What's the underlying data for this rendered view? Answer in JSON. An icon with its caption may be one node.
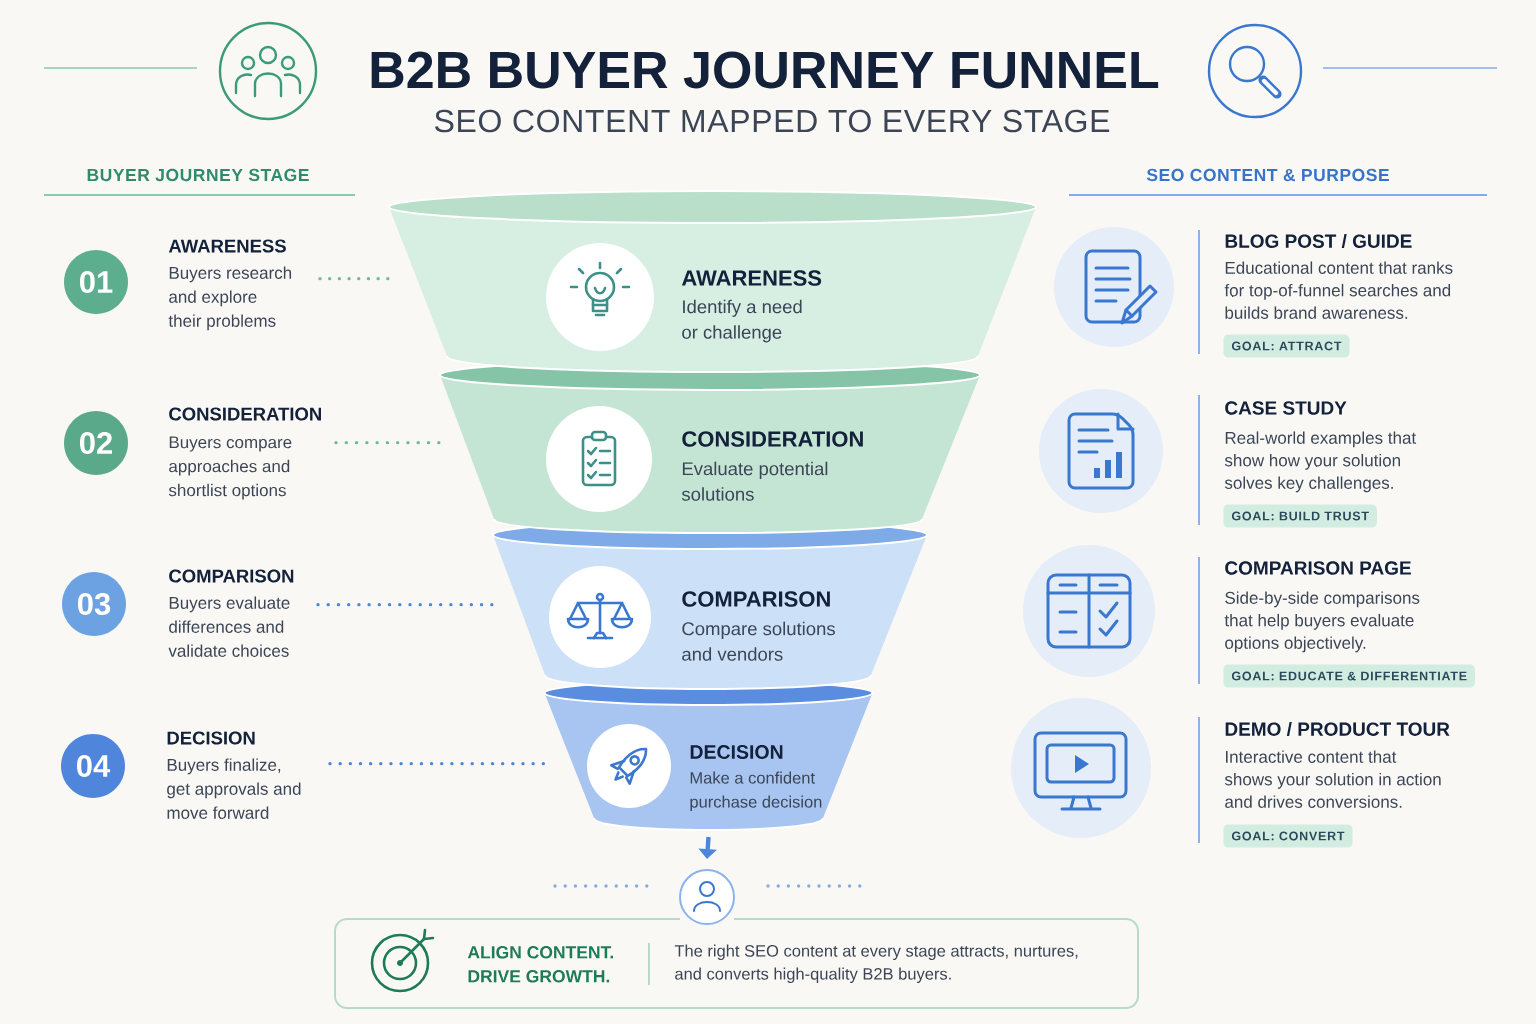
{
  "diagram": {
    "title": "B2B BUYER JOURNEY FUNNEL",
    "nodes": [
      {
        "text": [
          "01"
        ]
      },
      {
        "text": [
          "AWARENESS",
          "Buyers research and explore their problems"
        ]
      },
      {
        "text": [
          "02"
        ]
      },
      {
        "text": [
          "CONSIDERATION",
          "Buyers compare approaches and shortlist options"
        ]
      },
      {
        "text": [
          "03"
        ]
      },
      {
        "text": [
          "COMPARISON",
          "Buyers evaluate differences and validate choices"
        ]
      },
      {
        "text": [
          "04"
        ]
      },
      {
        "text": [
          "DECISION",
          "Buyers finalize, get approvals and move forward"
        ]
      },
      {
        "text": [
          "AWARENESS",
          "Identify a need or challenge"
        ]
      },
      {
        "text": [
          "CONSIDERATION",
          "Evaluate potential solutions"
        ]
      },
      {
        "text": [
          "COMPARISON",
          "Compare solutions and vendors"
        ]
      },
      {
        "text": [
          "DECISION",
          "Make a confident purchase decision"
        ]
      },
      {
        "text": [
          "BLOG POST / GUIDE",
          "Educational content that ranks for top-of-funnel searches and builds brand awareness."
        ]
      },
      {
        "text": [
          "GOAL: ATTRACT"
        ]
      },
      {
        "text": [
          "CASE STUDY",
          "Real-world examples that show how your solution solves key challenges."
        ]
      },
      {
        "text": [
          "GOAL: BUILD TRUST"
        ]
      },
      {
        "text": [
          "COMPARISON PAGE",
          "Side-by-side comparisons that help buyers evaluate options objectively."
        ]
      },
      {
        "text": [
          "GOAL: EDUCATE & DIFFERENTIATE"
        ]
      },
      {
        "text": [
          "DEMO / PRODUCT TOUR",
          "Interactive content that shows your solution in action and drives conversions."
        ]
      },
      {
        "text": [
          "GOAL: CONVERT"
        ]
      },
      {
        "text": [],
        "shape": "circle"
      },
      {
        "text": [
          "ALIGN CONTENT. DRIVE GROWTH.",
          "The right SEO content at every stage attracts, nurtures, and converts high-quality B2B buyers."
        ]
      }
    ],
    "edges": [
      {
        "from": 1,
        "to": 8,
        "arrow": "none",
        "style": "dashed",
        "color": "#6dbb9d"
      },
      {
        "from": 3,
        "to": 9,
        "arrow": "none",
        "style": "dashed",
        "color": "#6dbb9d"
      },
      {
        "from": 5,
        "to": 10,
        "arrow": "none",
        "style": "dashed"
      },
      {
        "from": 7,
        "to": 11,
        "arrow": "none",
        "style": "dashed"
      },
      {
        "from": 11,
        "to": 20,
        "arrow": "to"
      }
    ],
    "labels": [
      "SEO CONTENT MAPPED TO EVERY STAGE",
      "BUYER JOURNEY STAGE",
      "SEO CONTENT & PURPOSE"
    ]
  }
}
